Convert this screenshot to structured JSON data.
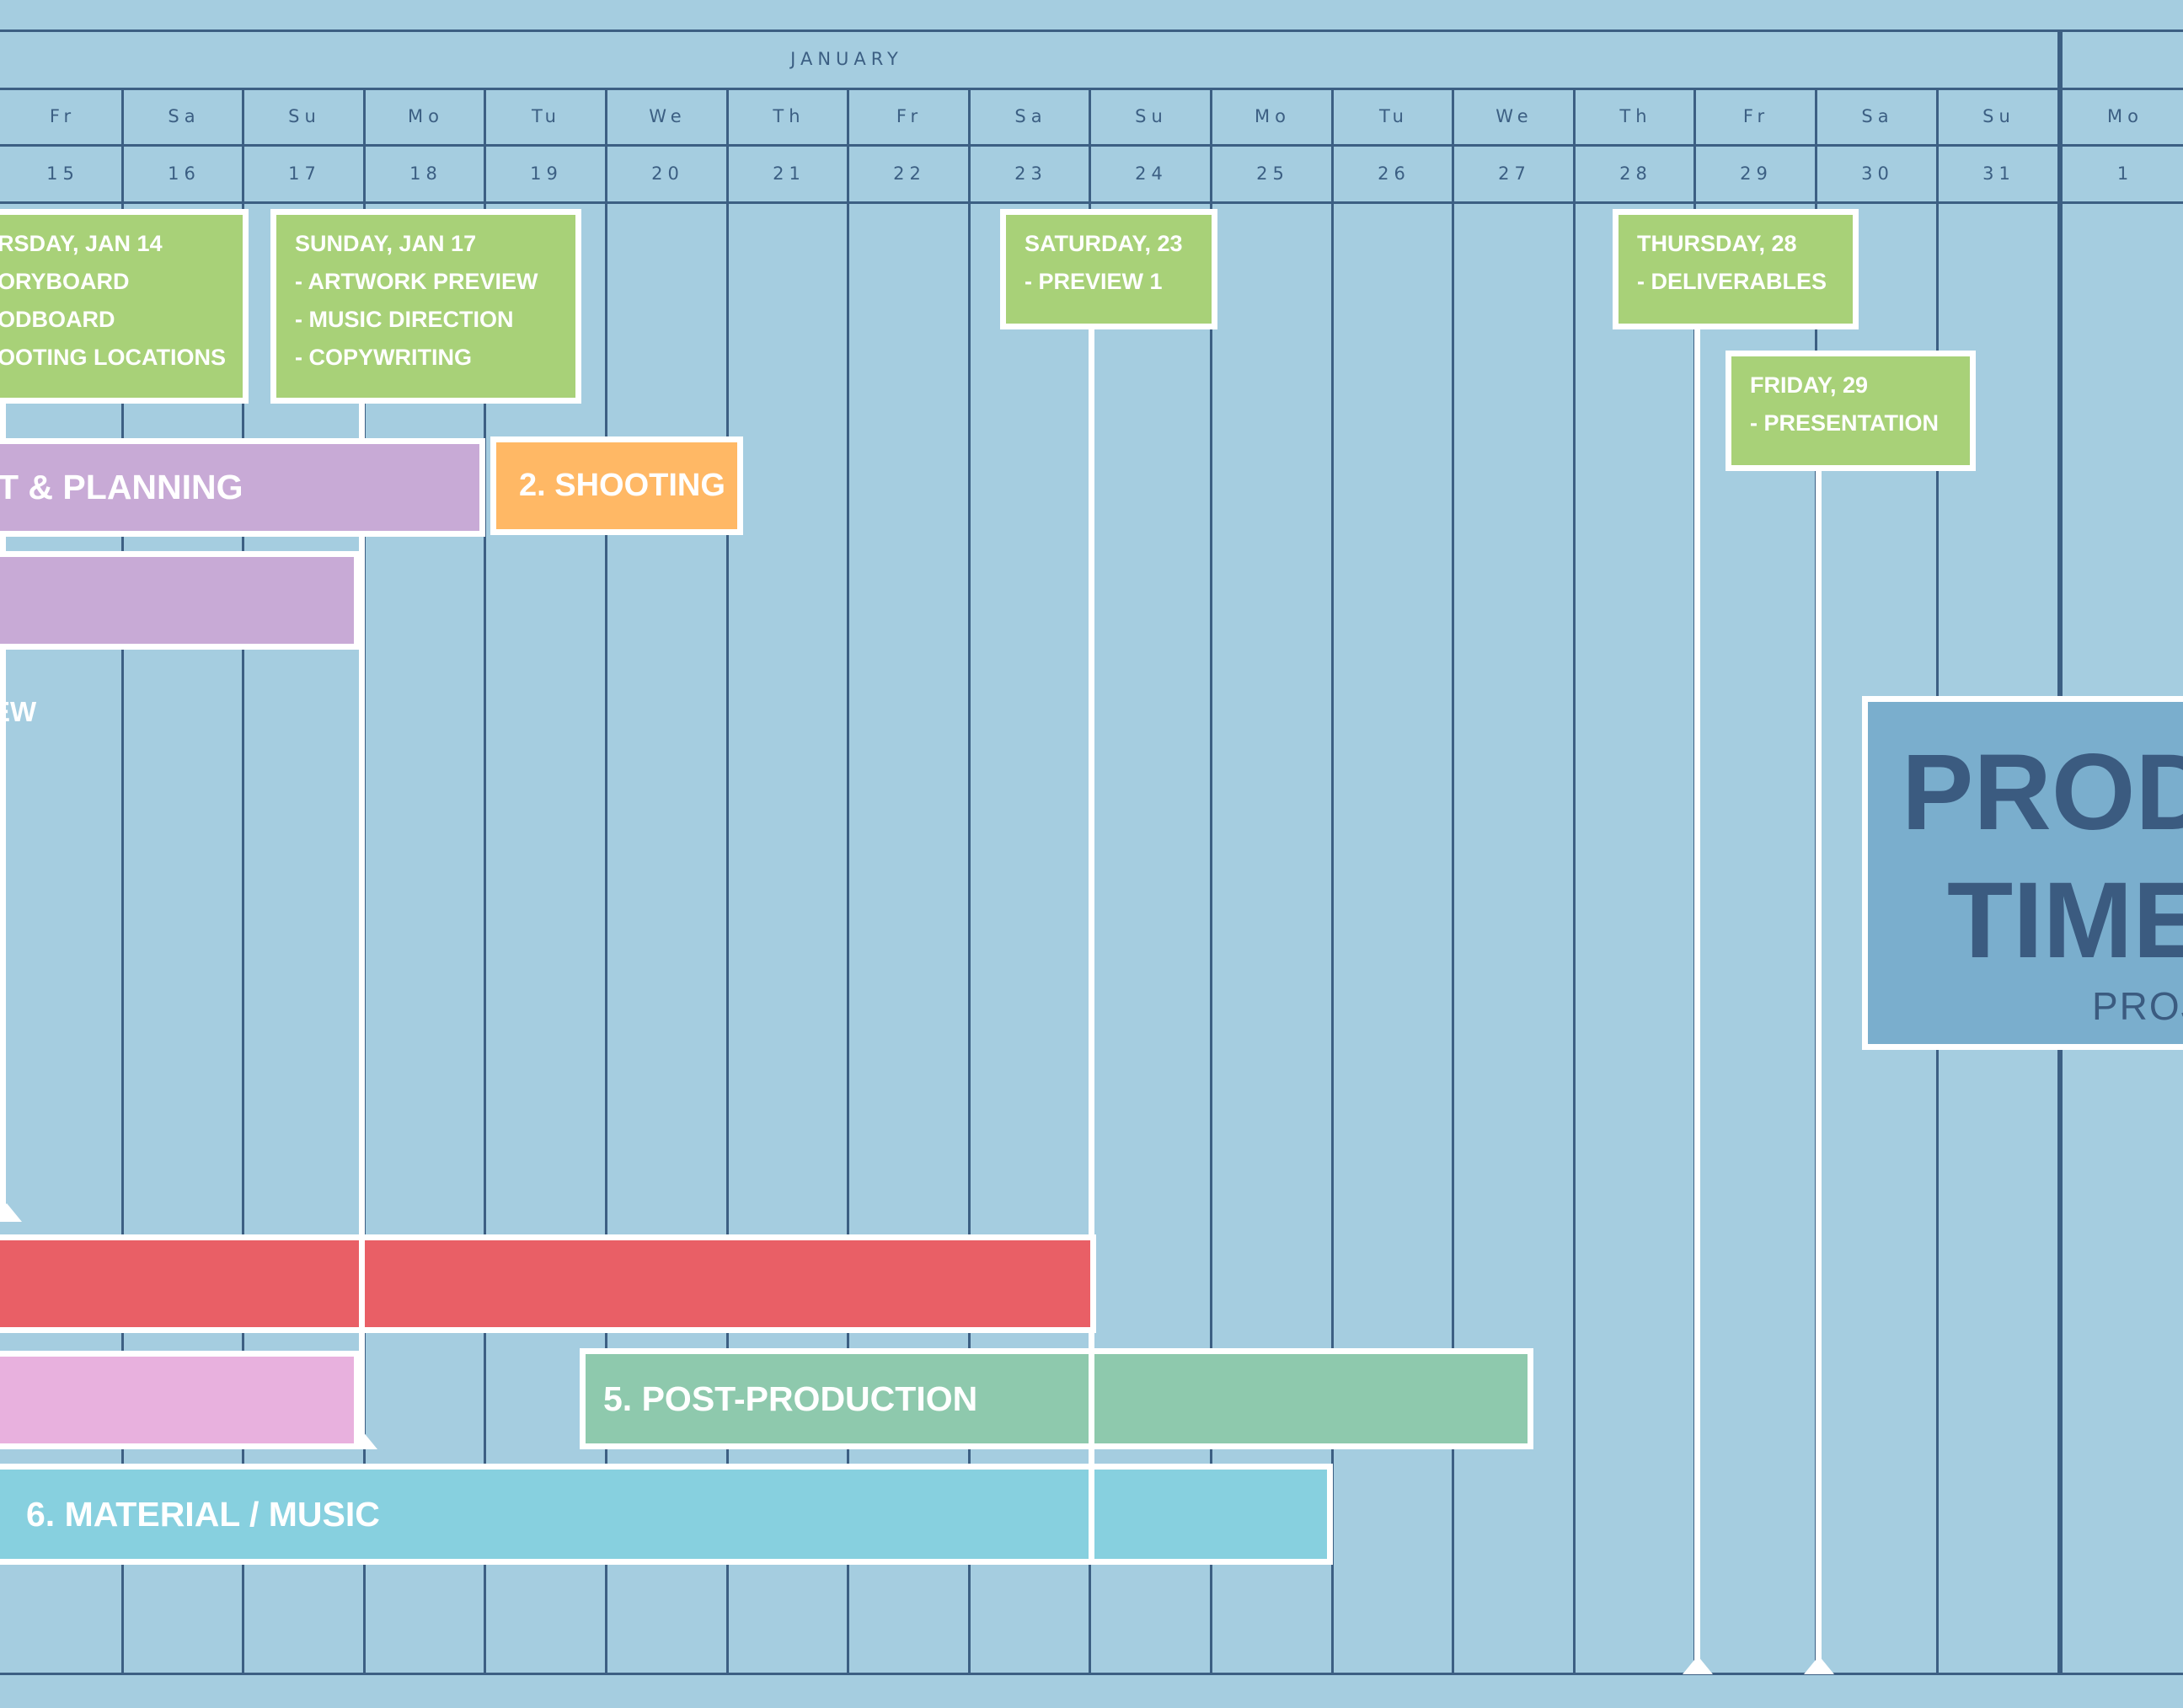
{
  "month": "JANUARY",
  "days": [
    {
      "name": "Fr",
      "num": "15"
    },
    {
      "name": "Sa",
      "num": "16"
    },
    {
      "name": "Su",
      "num": "17"
    },
    {
      "name": "Mo",
      "num": "18"
    },
    {
      "name": "Tu",
      "num": "19"
    },
    {
      "name": "We",
      "num": "20"
    },
    {
      "name": "Th",
      "num": "21"
    },
    {
      "name": "Fr",
      "num": "22"
    },
    {
      "name": "Sa",
      "num": "23"
    },
    {
      "name": "Su",
      "num": "24"
    },
    {
      "name": "Mo",
      "num": "25"
    },
    {
      "name": "Tu",
      "num": "26"
    },
    {
      "name": "We",
      "num": "27"
    },
    {
      "name": "Th",
      "num": "28"
    },
    {
      "name": "Fr",
      "num": "29"
    },
    {
      "name": "Sa",
      "num": "30"
    },
    {
      "name": "Su",
      "num": "31"
    },
    {
      "name": "Mo",
      "num": "1"
    }
  ],
  "milestones": {
    "jan14": {
      "lines": [
        "RSDAY, JAN 14",
        "ORYBOARD",
        "ODBOARD",
        "OOTING LOCATIONS"
      ]
    },
    "jan17": {
      "lines": [
        "SUNDAY, JAN 17",
        "- ARTWORK PREVIEW",
        "- MUSIC DIRECTION",
        "- COPYWRITING"
      ]
    },
    "sat23": {
      "lines": [
        "SATURDAY, 23",
        "- PREVIEW 1"
      ]
    },
    "thu28": {
      "lines": [
        "THURSDAY, 28",
        "- DELIVERABLES"
      ]
    },
    "fri29": {
      "lines": [
        "FRIDAY, 29",
        "- PRESENTATION"
      ]
    }
  },
  "phases": {
    "planning": {
      "label": "T & PLANNING"
    },
    "shooting": {
      "label": "2. SHOOTING"
    },
    "review_partial": {
      "label": "EW"
    },
    "post_production": {
      "label": "5. POST-PRODUCTION"
    },
    "material_music": {
      "label": "6. MATERIAL / MUSIC"
    }
  },
  "title": {
    "line1": "PROD",
    "line2": "TIME",
    "line3": "PROJ"
  },
  "colors": {
    "background": "#a5cde0",
    "grid": "#3c5f83",
    "milestone": "#a8d178",
    "planning": "#c8aad6",
    "shooting": "#ffb865",
    "red_phase": "#e95f66",
    "pink_phase": "#e8b1de",
    "post_production": "#8ec9ad",
    "material_music": "#87d0df",
    "title_box": "#7aaecd",
    "title_text": "#3b5b80"
  }
}
